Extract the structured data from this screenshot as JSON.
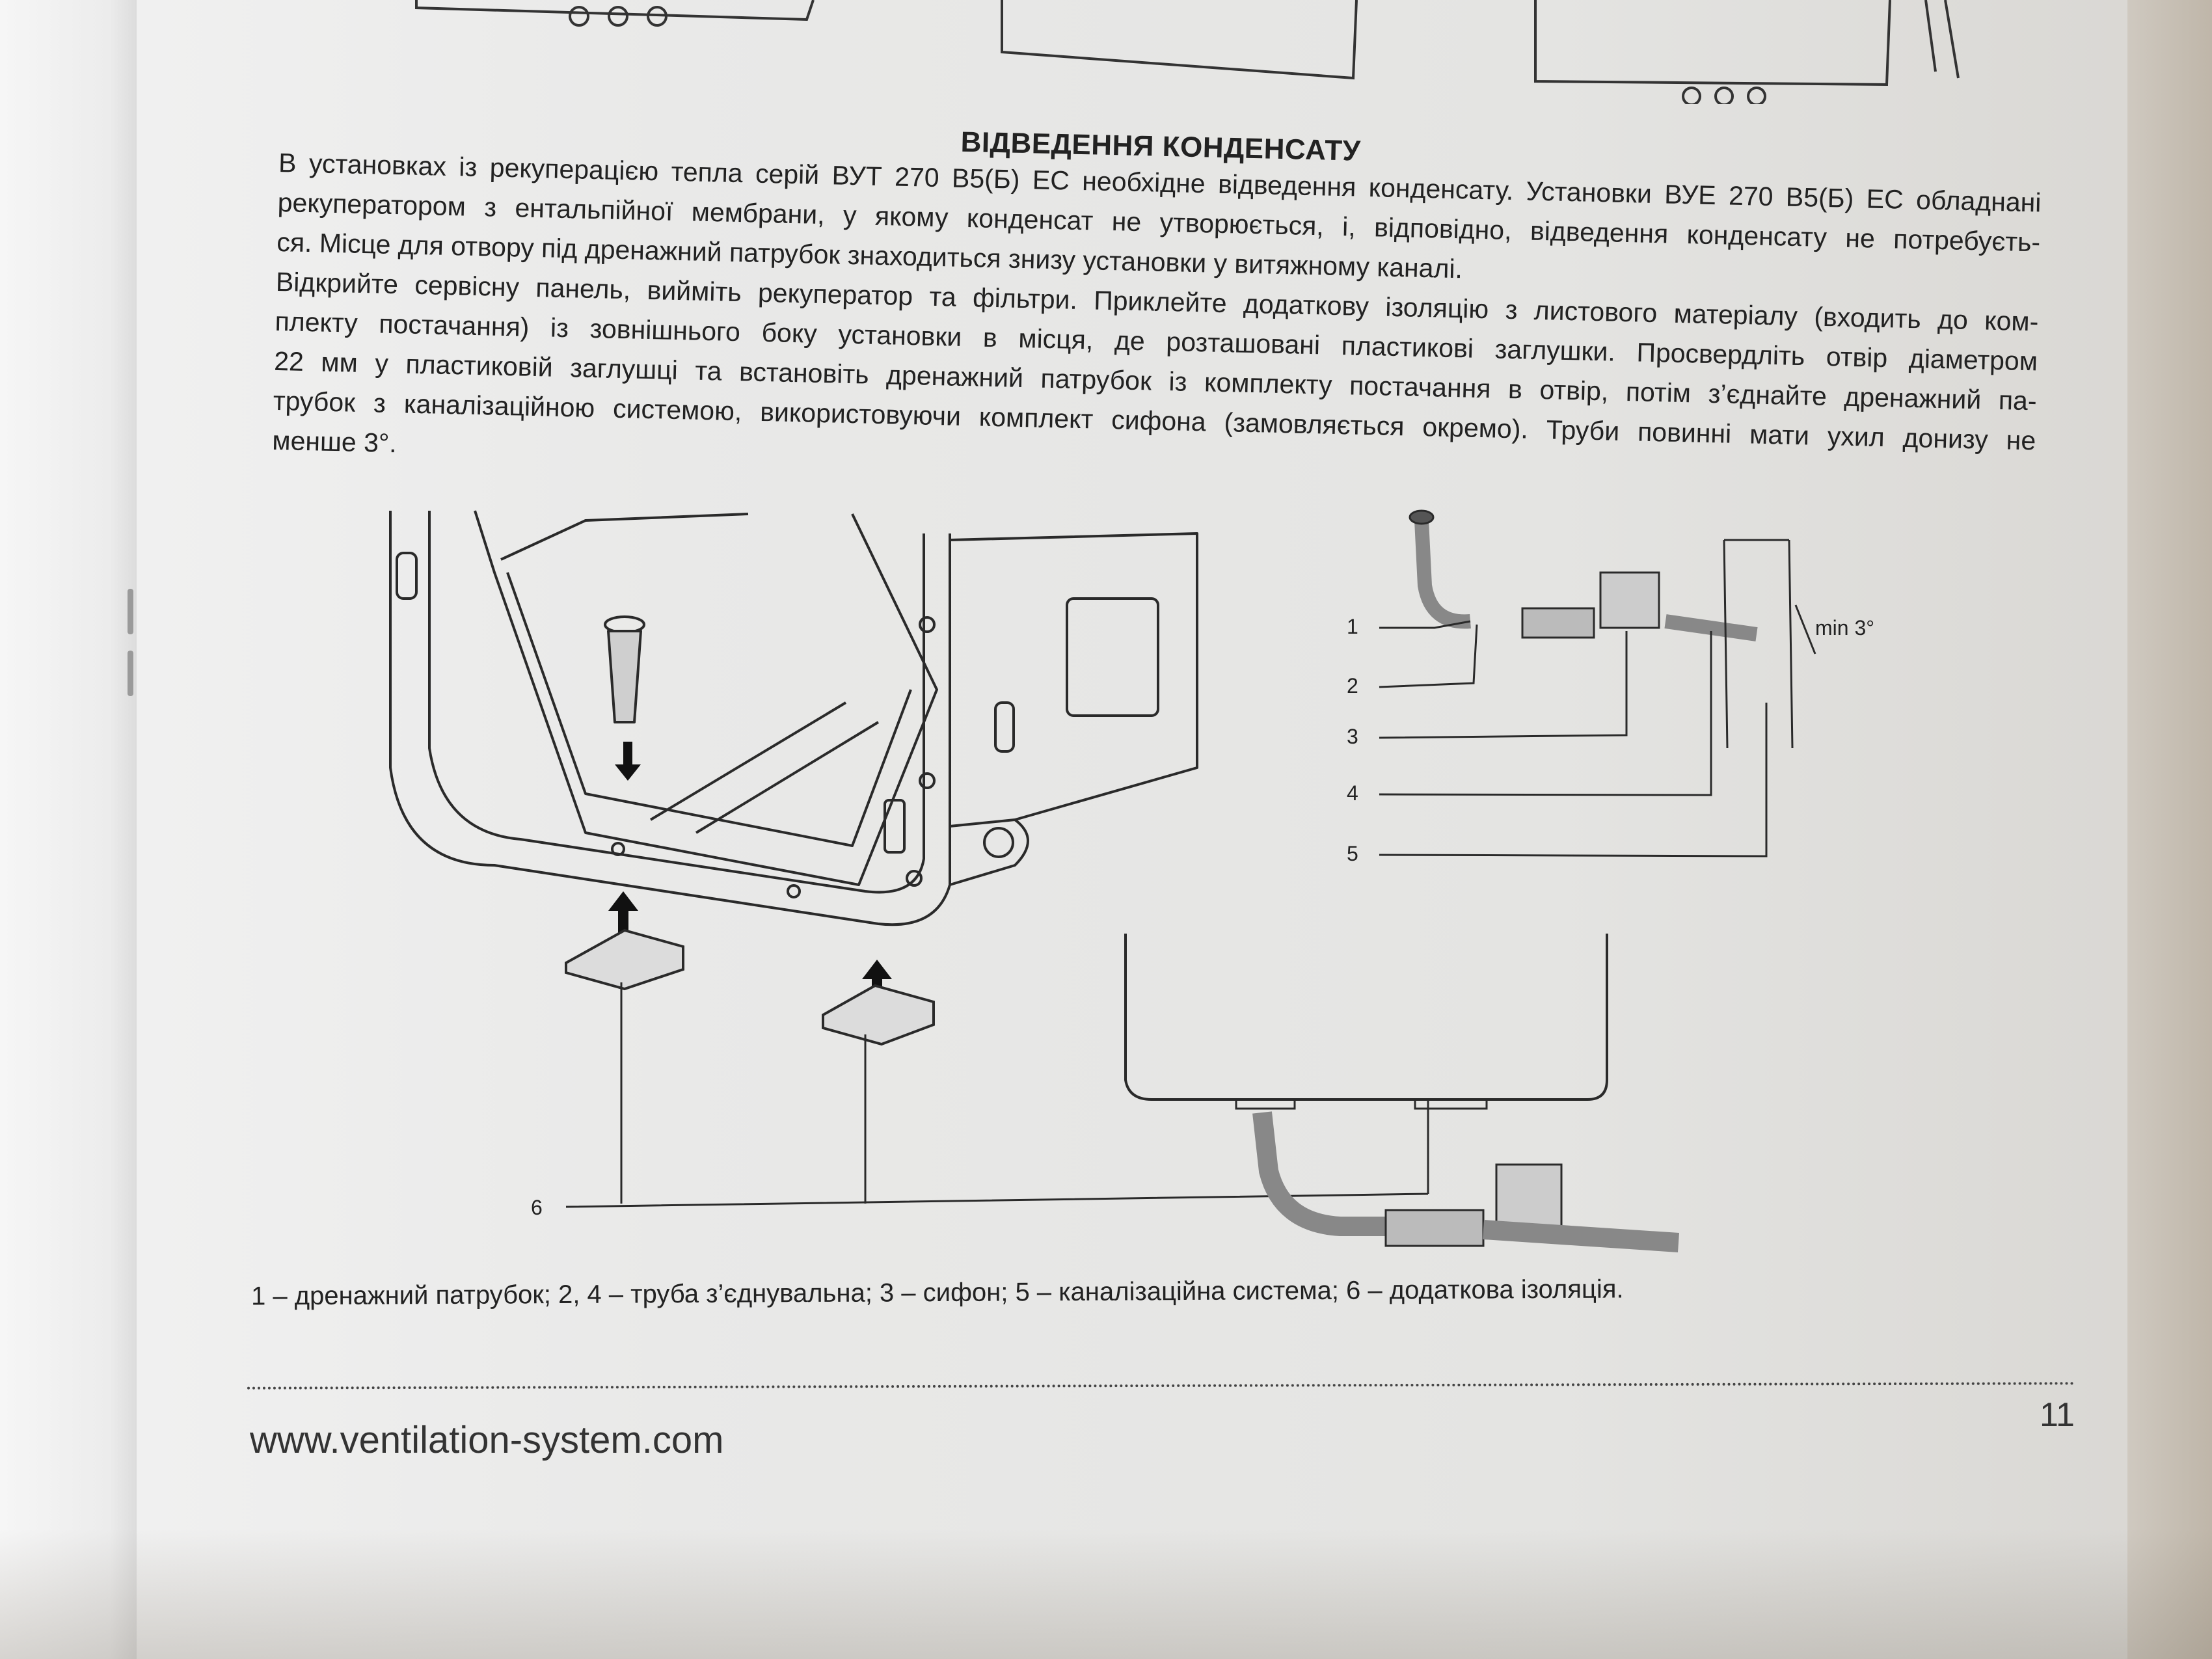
{
  "section": {
    "title": "ВІДВЕДЕННЯ КОНДЕНСАТУ",
    "lines": [
      "В установках із рекуперацією тепла серій ВУТ 270 В5(Б) ЕС необхідне відведення конденсату.  Установки ВУЕ 270 В5(Б) ЕС обладнані",
      "рекуператором з ентальпійної мембрани, у якому конденсат не утворюється, і, відповідно, відведення конденсату не потребуєть-",
      "ся. Місце для отвору під дренажний патрубок знаходиться знизу установки у витяжному каналі.",
      "Відкрийте сервісну панель, вийміть рекуператор та фільтри. Приклейте додаткову ізоляцію з листового матеріалу (входить до ком-",
      "плекту постачання) із зовнішнього боку установки в місця, де розташовані пластикові заглушки. Просвердліть отвір діаметром",
      "22 мм у пластиковій заглушці та встановіть дренажний патрубок із комплекту постачання в отвір, потім з’єднайте дренажний па-",
      "трубок з каналізаційною системою, використовуючи комплект сифона (замовляється окремо). Труби повинні мати ухил донизу не",
      "менше 3°."
    ]
  },
  "diagram": {
    "labels": [
      "1",
      "2",
      "3",
      "4",
      "5",
      "6"
    ],
    "angle_label": "min 3°"
  },
  "caption": "1 – дренажний патрубок; 2, 4 – труба з’єднувальна; 3 – сифон; 5 – каналізаційна система; 6 – додаткова ізоляція.",
  "footer": {
    "url": "www.ventilation-system.com",
    "page_number": "11"
  }
}
